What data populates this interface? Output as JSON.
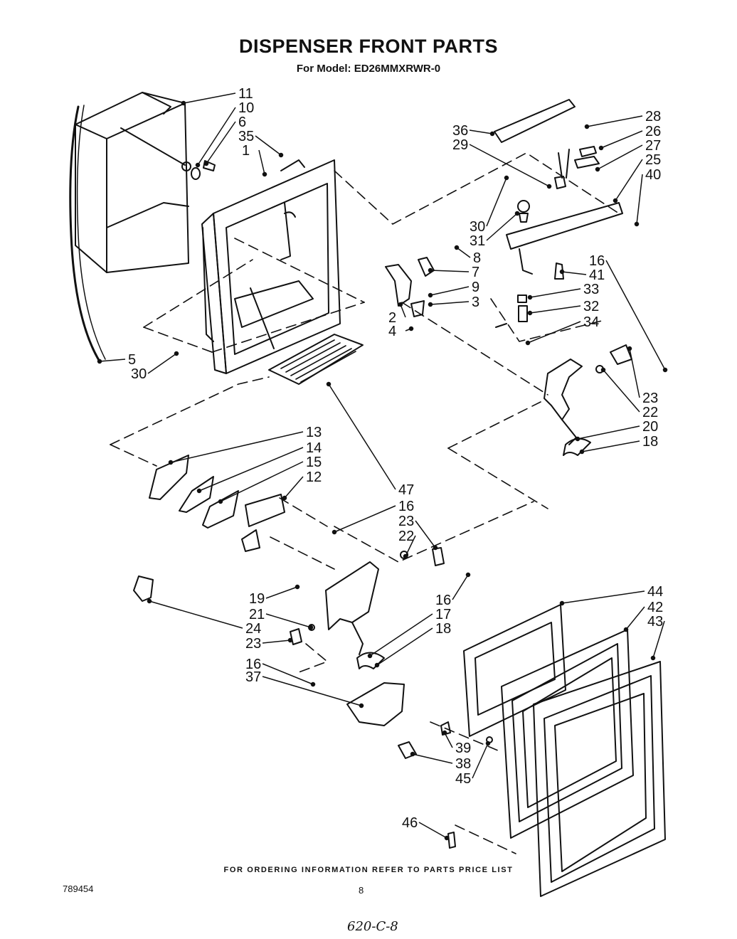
{
  "title": "DISPENSER FRONT PARTS",
  "subtitle": "For Model: ED26MMXRWR-0",
  "footer": "FOR ORDERING INFORMATION REFER TO PARTS PRICE LIST",
  "doc_number": "789454",
  "page_number": "8",
  "handwritten_note": "620-C-8",
  "callouts": [
    "11",
    "10",
    "6",
    "35",
    "1",
    "36",
    "29",
    "28",
    "26",
    "27",
    "25",
    "40",
    "30",
    "31",
    "8",
    "7",
    "9",
    "2",
    "3",
    "4",
    "5",
    "30",
    "16",
    "41",
    "33",
    "32",
    "34",
    "23",
    "22",
    "20",
    "18",
    "13",
    "14",
    "15",
    "12",
    "47",
    "16",
    "23",
    "22",
    "19",
    "21",
    "24",
    "23",
    "16",
    "37",
    "16",
    "17",
    "18",
    "44",
    "42",
    "43",
    "39",
    "38",
    "45",
    "46"
  ]
}
